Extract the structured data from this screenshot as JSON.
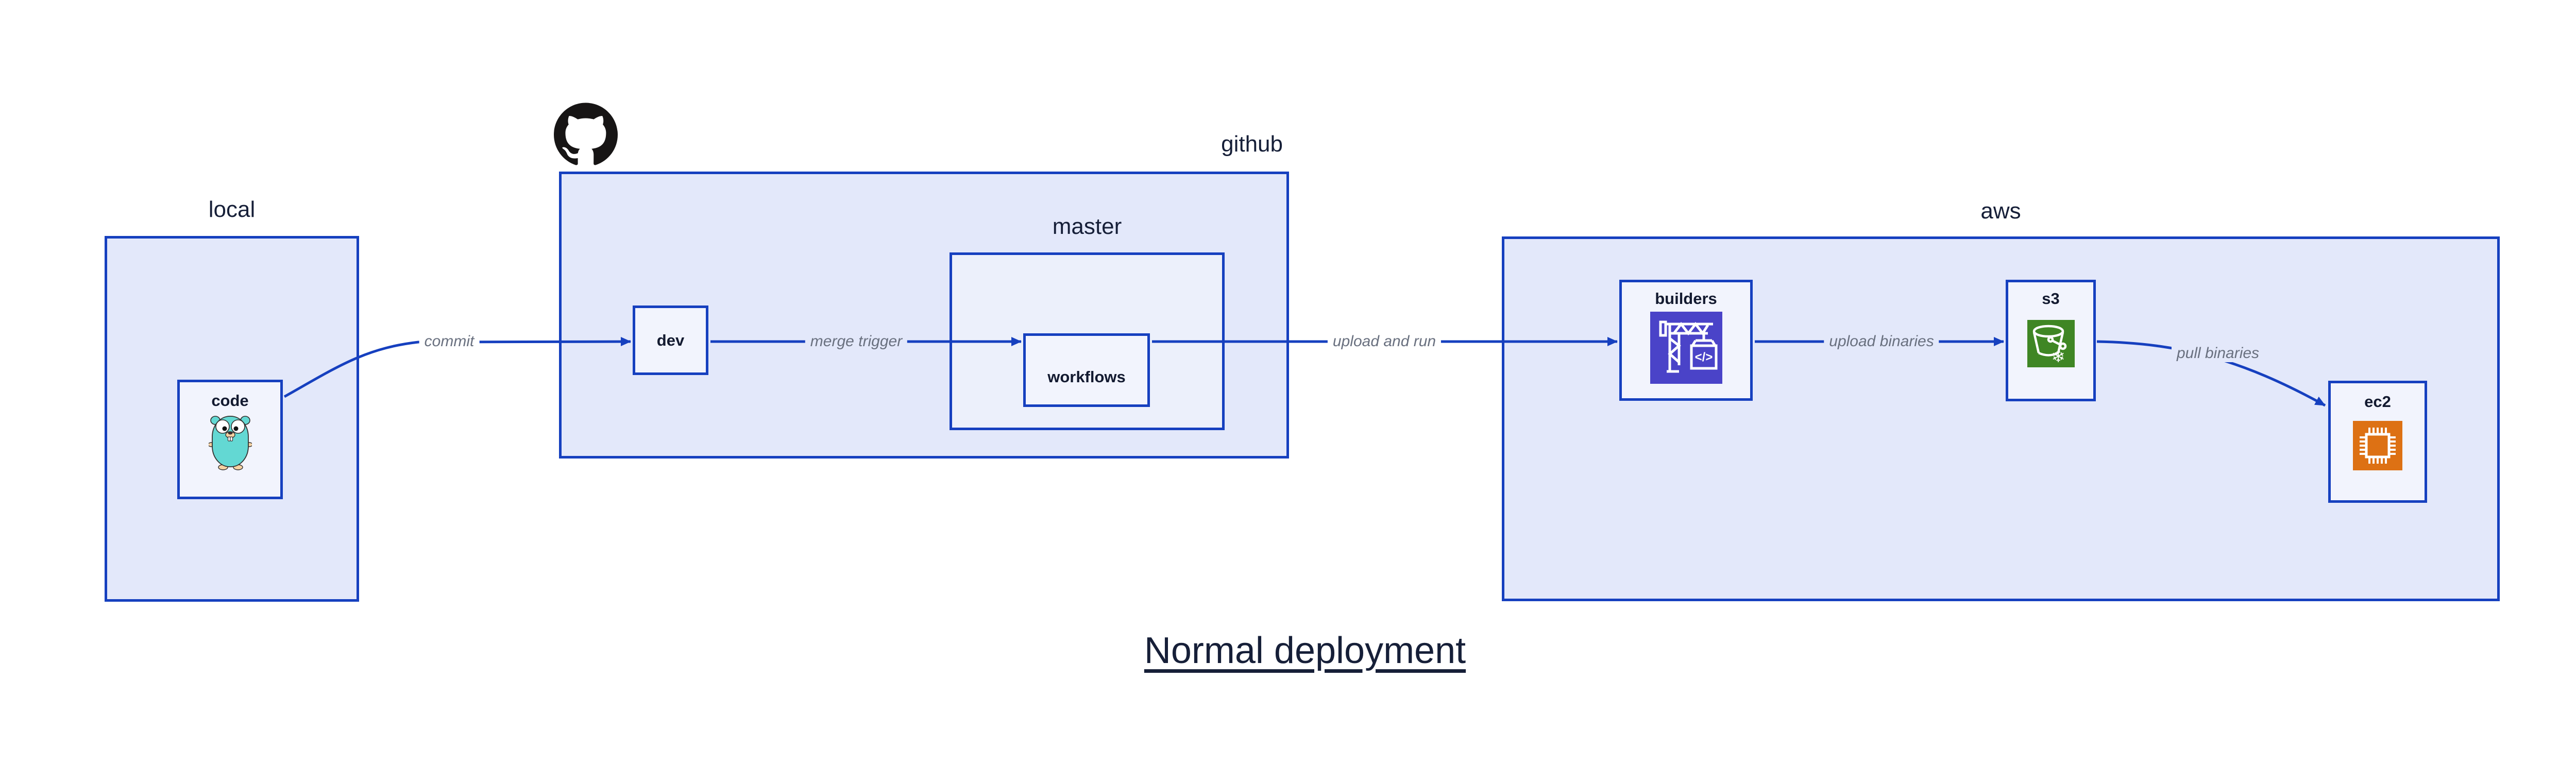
{
  "diagram": {
    "title": "Normal deployment",
    "groups": [
      {
        "id": "local",
        "label": "local"
      },
      {
        "id": "github",
        "label": "github",
        "badge_icon": "github-octocat-logo"
      },
      {
        "id": "master",
        "label": "master"
      },
      {
        "id": "aws",
        "label": "aws"
      }
    ],
    "nodes": [
      {
        "id": "code",
        "label": "code",
        "icon": "go-gopher-icon"
      },
      {
        "id": "dev",
        "label": "dev"
      },
      {
        "id": "workflows",
        "label": "workflows"
      },
      {
        "id": "builders",
        "label": "builders",
        "icon": "codebuild-crane-icon",
        "icon_glyph": "</>"
      },
      {
        "id": "s3",
        "label": "s3",
        "icon": "s3-glacier-bucket-icon",
        "icon_glyph": "❄"
      },
      {
        "id": "ec2",
        "label": "ec2",
        "icon": "ec2-chip-icon"
      }
    ],
    "edges": [
      {
        "from": "code",
        "to": "dev",
        "label": "commit"
      },
      {
        "from": "dev",
        "to": "workflows",
        "label": "merge trigger"
      },
      {
        "from": "workflows",
        "to": "builders",
        "label": "upload and run"
      },
      {
        "from": "builders",
        "to": "s3",
        "label": "upload binaries"
      },
      {
        "from": "s3",
        "to": "ec2",
        "label": "pull binaries"
      }
    ],
    "colors": {
      "box_border": "#1640bf",
      "arrow": "#1640bf",
      "group_fill": "#e3e8fa",
      "subgroup_fill": "#ecf0fb",
      "node_fill": "#f2f4fd",
      "heading_text": "#161f38",
      "node_text": "#131a30",
      "edge_label_text": "#69707f",
      "github_logo": "#171515",
      "builders_icon_bg": "#4a43c8",
      "s3_icon_bg": "#3f8624",
      "ec2_icon_bg": "#dd7114",
      "gopher_body": "#63d8d3",
      "gopher_skin": "#f6d2a2"
    }
  }
}
